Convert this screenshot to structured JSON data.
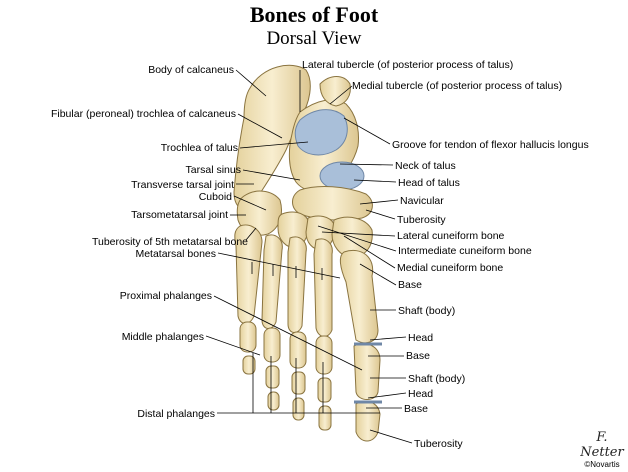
{
  "title": "Bones of Foot",
  "subtitle": "Dorsal View",
  "labels": {
    "body_of_calcaneus": "Body of calcaneus",
    "lateral_tubercle": "Lateral tubercle (of posterior process of talus)",
    "medial_tubercle": "Medial tubercle (of posterior process of talus)",
    "fibular_trochlea": "Fibular (peroneal) trochlea of calcaneus",
    "groove_fhl": "Groove for tendon of flexor hallucis longus",
    "trochlea_talus": "Trochlea of talus",
    "neck_talus": "Neck of talus",
    "tarsal_sinus": "Tarsal sinus",
    "head_talus": "Head of talus",
    "transverse_tarsal_joint": "Transverse tarsal joint",
    "cuboid": "Cuboid",
    "navicular": "Navicular",
    "tarsometatarsal_joint": "Tarsometatarsal joint",
    "tuberosity_navicular": "Tuberosity",
    "lateral_cuneiform": "Lateral cuneiform bone",
    "tuberosity_5th": "Tuberosity of 5th metatarsal bone",
    "intermediate_cuneiform": "Intermediate cuneiform bone",
    "metatarsal_bones": "Metatarsal bones",
    "medial_cuneiform": "Medial cuneiform bone",
    "base_metatarsal": "Base",
    "proximal_phalanges": "Proximal phalanges",
    "shaft_metatarsal": "Shaft (body)",
    "head_metatarsal": "Head",
    "middle_phalanges": "Middle phalanges",
    "base_proximal": "Base",
    "shaft_proximal": "Shaft (body)",
    "head_proximal": "Head",
    "distal_phalanges": "Distal phalanges",
    "base_distal": "Base",
    "tuberosity_distal": "Tuberosity"
  },
  "credit": {
    "signature": "F. Netter",
    "publisher": "©Novartis"
  },
  "colors": {
    "bone_fill": "#f3e6c0",
    "bone_shade": "#d9c48c",
    "bone_outline": "#8a7440",
    "cartilage": "#a9bfd9",
    "leader": "#000000"
  }
}
